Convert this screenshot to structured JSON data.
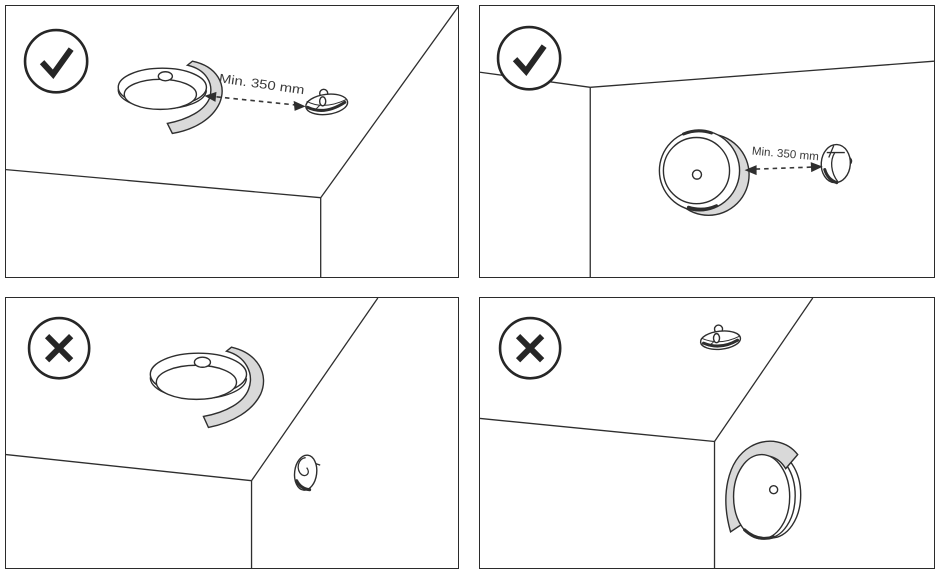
{
  "colors": {
    "background": "#ffffff",
    "line": "#2e2e2e",
    "badge": "#262626",
    "shade": "#d9d9d9",
    "label_text": "#3a3a3a"
  },
  "panels": [
    {
      "position": "top-left",
      "badge_icon": "check-icon",
      "scene": "lamp-and-sensor-on-ceiling",
      "distance_label": "Min. 350 mm"
    },
    {
      "position": "top-right",
      "badge_icon": "check-icon",
      "scene": "lamp-and-sensor-on-wall",
      "distance_label": "Min. 350 mm"
    },
    {
      "position": "bottom-left",
      "badge_icon": "cross-icon",
      "scene": "lamp-on-ceiling-sensor-on-wall"
    },
    {
      "position": "bottom-right",
      "badge_icon": "cross-icon",
      "scene": "sensor-on-ceiling-lamp-on-wall"
    }
  ]
}
